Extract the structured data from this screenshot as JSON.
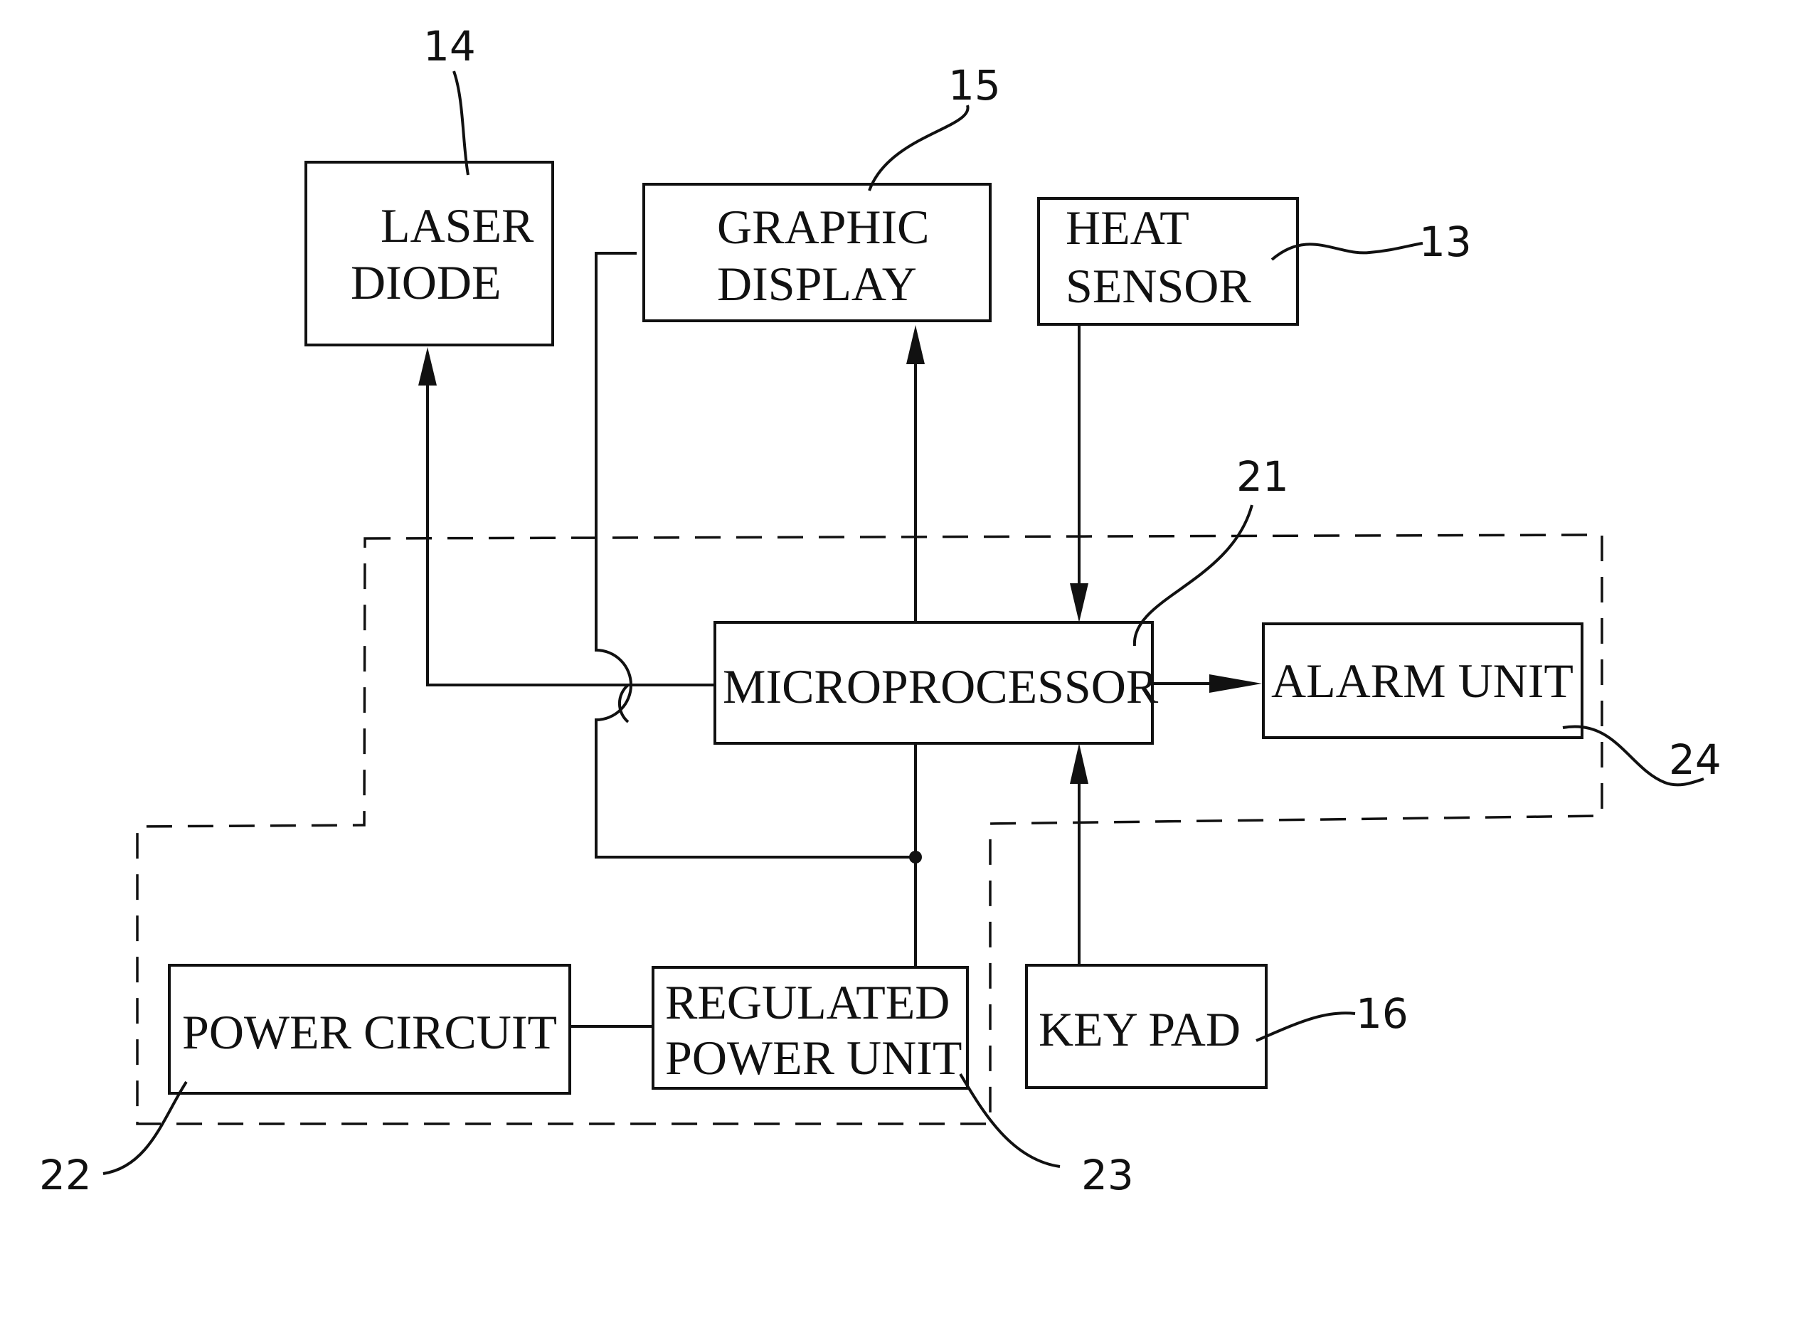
{
  "blocks": {
    "laser_diode": [
      "LASER",
      "DIODE"
    ],
    "graphic_display": [
      "GRAPHIC",
      "DISPLAY"
    ],
    "heat_sensor": [
      "HEAT",
      "SENSOR"
    ],
    "microprocessor": "MICROPROCESSOR",
    "alarm_unit": "ALARM UNIT",
    "power_circuit": "POWER CIRCUIT",
    "regulated_power_unit": [
      "REGULATED",
      "POWER UNIT"
    ],
    "key_pad": "KEY PAD"
  },
  "refs": {
    "laser_diode": "14",
    "graphic_display": "15",
    "heat_sensor": "13",
    "microprocessor": "21",
    "alarm_unit": "24",
    "power_circuit": "22",
    "regulated_power_unit": "23",
    "key_pad": "16"
  }
}
